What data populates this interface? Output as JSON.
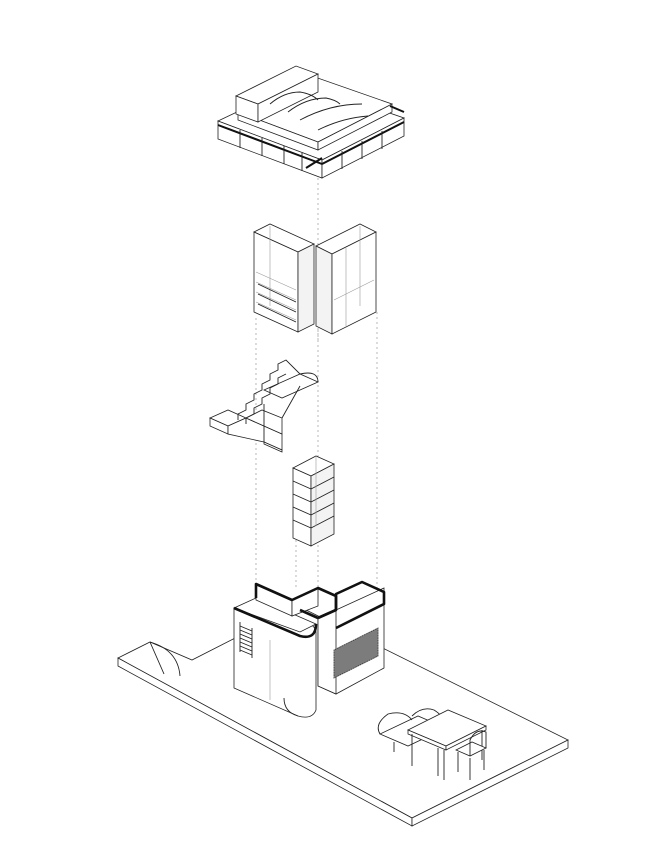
{
  "diagram": {
    "style": "axonometric exploded line drawing",
    "colors": {
      "line": "#222222",
      "background": "#ffffff",
      "hidden_line": "#9a9a9a",
      "fill": "#ffffff"
    },
    "components": [
      "bed-platform",
      "wardrobe-module",
      "stair",
      "bookshelf",
      "base-enclosure",
      "floor-slab",
      "desk-and-chair"
    ]
  }
}
